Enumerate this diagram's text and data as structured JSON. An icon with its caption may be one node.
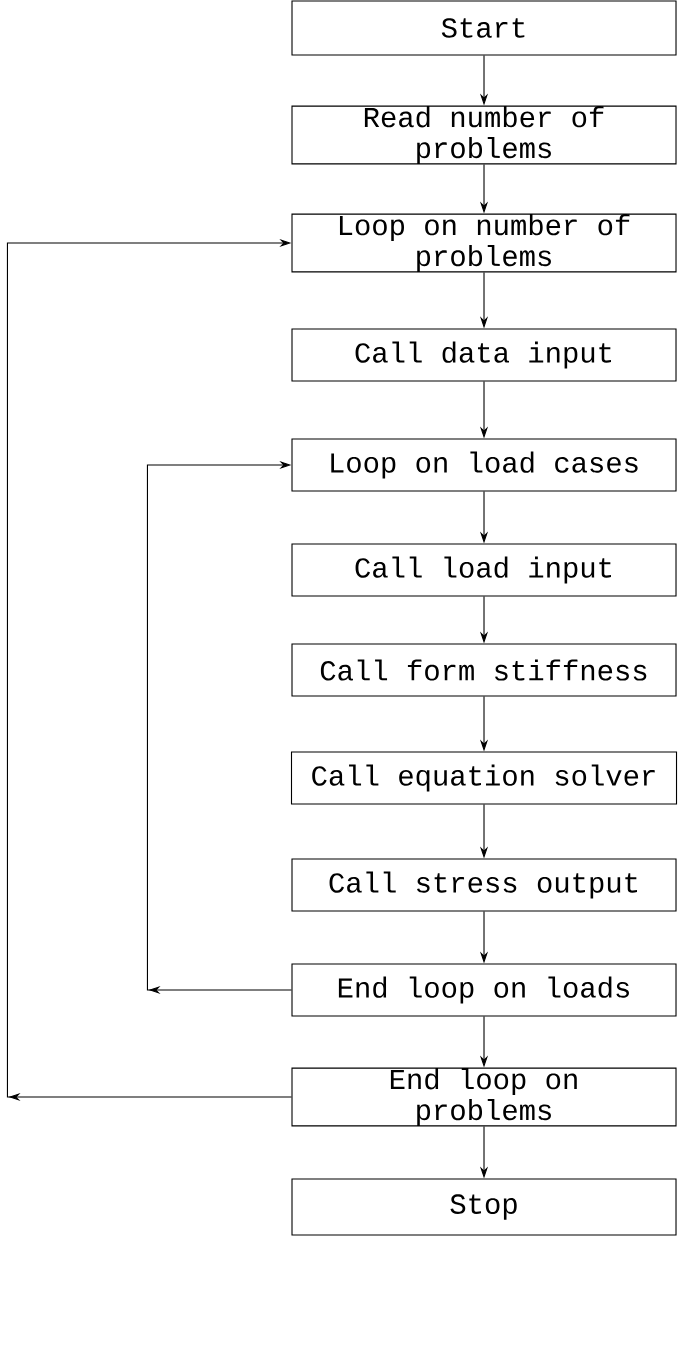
{
  "diagram": {
    "nodes": [
      {
        "text": [
          "Start"
        ]
      },
      {
        "text": [
          "Read number of problems"
        ]
      },
      {
        "text": [
          "Loop on number of problems"
        ]
      },
      {
        "text": [
          "Call data input"
        ]
      },
      {
        "text": [
          "Loop on load cases"
        ]
      },
      {
        "text": [
          "Call load input"
        ]
      },
      {
        "text": [
          "Call form stiffness"
        ]
      },
      {
        "text": [
          "Call equation solver"
        ]
      },
      {
        "text": [
          "Call stress output"
        ]
      },
      {
        "text": [
          "End loop on loads"
        ]
      },
      {
        "text": [
          "End loop on problems"
        ]
      },
      {
        "text": [
          "Stop"
        ]
      }
    ],
    "edges": [
      {
        "from": 0,
        "to": 1,
        "arrow": "to"
      },
      {
        "from": 1,
        "to": 2,
        "arrow": "to"
      },
      {
        "from": 2,
        "to": 3,
        "arrow": "to"
      },
      {
        "from": 3,
        "to": 4,
        "arrow": "to"
      },
      {
        "from": 4,
        "to": 5,
        "arrow": "to"
      },
      {
        "from": 5,
        "to": 6,
        "arrow": "to"
      },
      {
        "from": 6,
        "to": 7,
        "arrow": "to"
      },
      {
        "from": 7,
        "to": 8,
        "arrow": "to"
      },
      {
        "from": 8,
        "to": 9,
        "arrow": "to"
      },
      {
        "from": 9,
        "to": 10,
        "arrow": "to"
      },
      {
        "from": 10,
        "to": 11,
        "arrow": "to"
      },
      {
        "from": 9,
        "to": 4,
        "arrow": "to"
      },
      {
        "from": 10,
        "to": 2,
        "arrow": "to"
      }
    ]
  }
}
